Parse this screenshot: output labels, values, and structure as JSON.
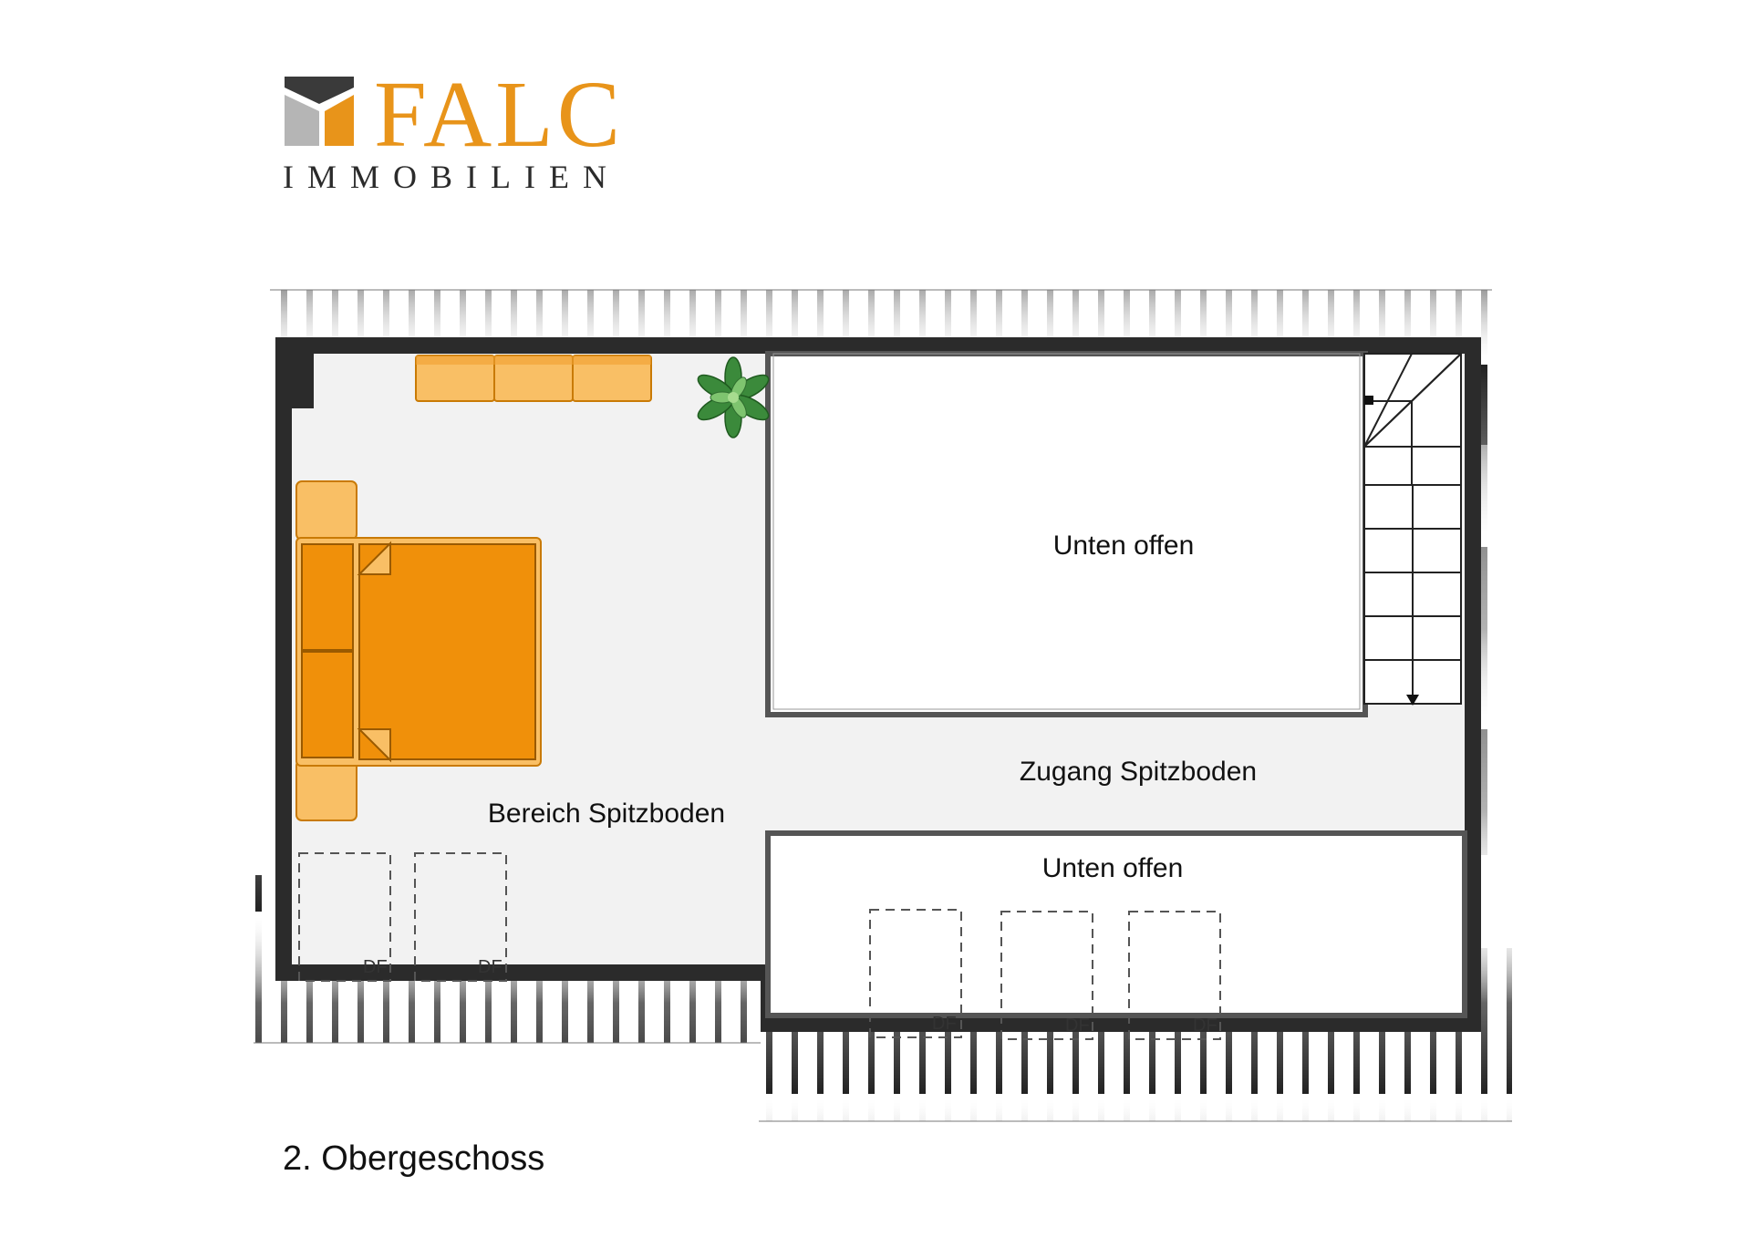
{
  "logo": {
    "brand": "FALC",
    "subtitle": "IMMOBILIEN"
  },
  "rooms": {
    "opening_upper": "Unten offen",
    "opening_lower": "Unten offen",
    "access": "Zugang Spitzboden",
    "loft_area": "Bereich Spitzboden"
  },
  "skylights": [
    "DF",
    "DF",
    "DF",
    "DF",
    "DF"
  ],
  "floor_label": "2. Obergeschoss",
  "colors": {
    "brand_orange": "#E8941A",
    "furniture_orange": "#F0900A",
    "furniture_light": "#F9BF65",
    "wall": "#2b2b2b",
    "floor": "#f2f2f2",
    "plant_green": "#3b8a3b"
  }
}
